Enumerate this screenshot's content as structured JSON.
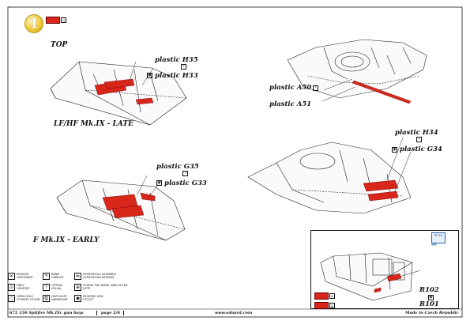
{
  "step": {
    "number": "1"
  },
  "header_paint": {
    "color": "#d8261a",
    "icon": "paint-square-icon",
    "code": ""
  },
  "wing_top": {
    "heading": "TOP",
    "labels": [
      "plastic  H35",
      "plastic  H33"
    ],
    "caption": "LF/HF Mk.IX - LATE"
  },
  "wing_bottom": {
    "labels": [
      "plastic  G35",
      "plastic  G33"
    ],
    "caption": "F Mk.IX - EARLY"
  },
  "fuselage_top": {
    "labels": [
      "plastic  A50",
      "plastic  A51"
    ]
  },
  "fuselage_bottom": {
    "labels": [
      "plastic  H34",
      "plastic  G34"
    ]
  },
  "detail": {
    "labels": [
      "R102",
      "R101"
    ],
    "part_badge": "PE  E4"
  },
  "legend": {
    "items": [
      {
        "icon": "remove-icon",
        "text": "REMOVE\nODSTRANIT"
      },
      {
        "icon": "bend-icon",
        "text": "BEND\nOHNOUT"
      },
      {
        "icon": "symmetrical-icon",
        "text": "SYMETRICAL ASSEMBLY\nSYMETRICKÁ MONTÁŽ"
      },
      {
        "icon": "drill-icon",
        "text": "DRILL\nODVRTAT"
      },
      {
        "icon": "option-icon",
        "text": "OPTION\nVOLBA"
      },
      {
        "icon": "screw-icon",
        "text": "SCREW THE PANEL AND HOLDE\nNYTÉ"
      },
      {
        "icon": "open-hole-icon",
        "text": "OPEN HOLE\nVYVRTAT OTVOR"
      },
      {
        "icon": "duplicate-icon",
        "text": "DUPLICATE\nNAPAKOVAT"
      },
      {
        "icon": "reverse-icon",
        "text": "REVERSE SIDE\nOTOČIT"
      }
    ]
  },
  "footer": {
    "kit": "672 150  Spitfire Mk.IXc gun bays",
    "page": "page 2/6",
    "site": "www.eduard.com",
    "made": "Made in Czech Republic"
  },
  "colors": {
    "red": "#d8261a",
    "ink": "#111111",
    "badge": "#f0c93a"
  }
}
